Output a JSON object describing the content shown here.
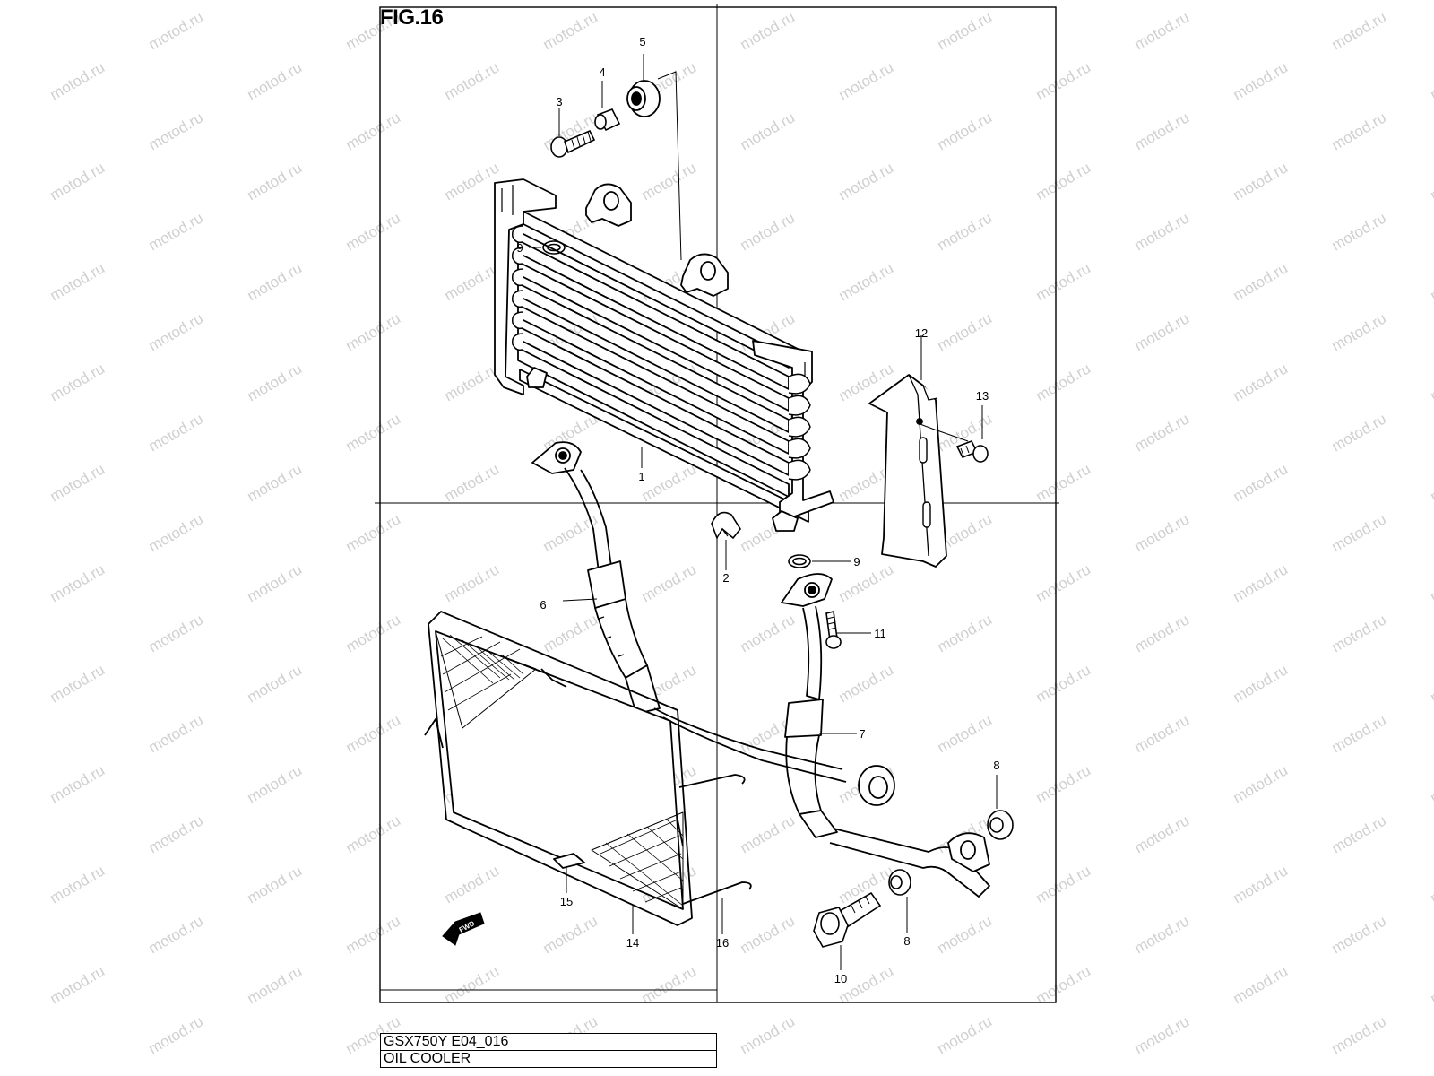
{
  "figure": {
    "title": "FIG.16",
    "model_code": "GSX750Y E04_016",
    "section_name": "OIL COOLER"
  },
  "watermark": {
    "text": "motod.ru",
    "color": "#d0d0d0"
  },
  "direction_badge": {
    "text": "FWD"
  },
  "callouts": {
    "c1": "1",
    "c2": "2",
    "c3": "3",
    "c4": "4",
    "c5": "5",
    "c6": "6",
    "c7": "7",
    "c8a": "8",
    "c8b": "8",
    "c9a": "9",
    "c9b": "9",
    "c10": "10",
    "c11": "11",
    "c12": "12",
    "c13": "13",
    "c14": "14",
    "c15": "15",
    "c16": "16"
  }
}
